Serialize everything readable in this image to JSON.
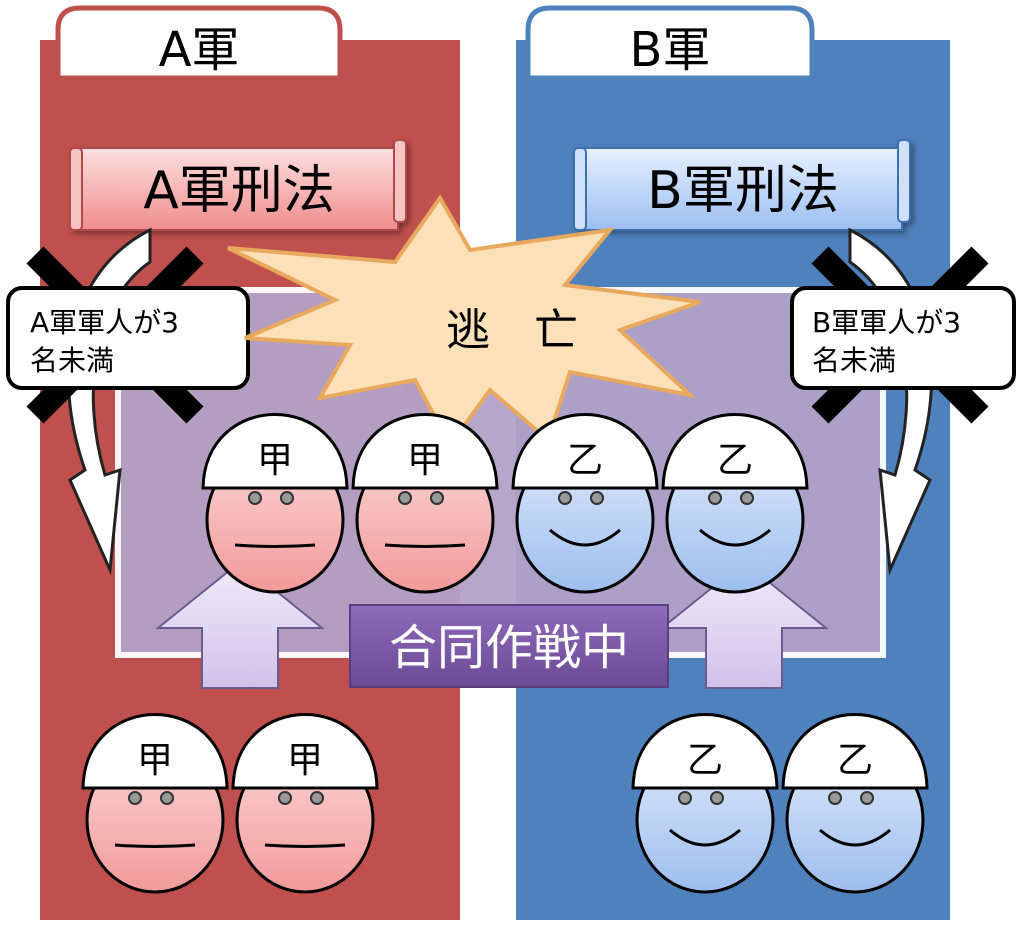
{
  "colors": {
    "army_a": "#C0504D",
    "army_b": "#4F81BD",
    "joint_zone": "#B3A2C7",
    "joint_label": "#7E5BA8",
    "explosion": "#FCE0B8",
    "face_a": "#F4A6A6",
    "face_b": "#A9C7F2",
    "up_arrow": "#DCD3F0"
  },
  "army_a": {
    "title": "A軍",
    "law": "A軍刑法",
    "condition_line1": "A軍軍人が3",
    "condition_line2": "名未満",
    "soldier_label": "甲"
  },
  "army_b": {
    "title": "B軍",
    "law": "B軍刑法",
    "condition_line1": "B軍軍人が3",
    "condition_line2": "名未満",
    "soldier_label": "乙"
  },
  "escape_label": "逃　亡",
  "joint_label": "合同作戦中",
  "icons": [
    "cross-mark-icon",
    "curved-arrow-icon",
    "up-arrow-icon",
    "soldier-face-icon",
    "scroll-icon",
    "explosion-icon"
  ]
}
